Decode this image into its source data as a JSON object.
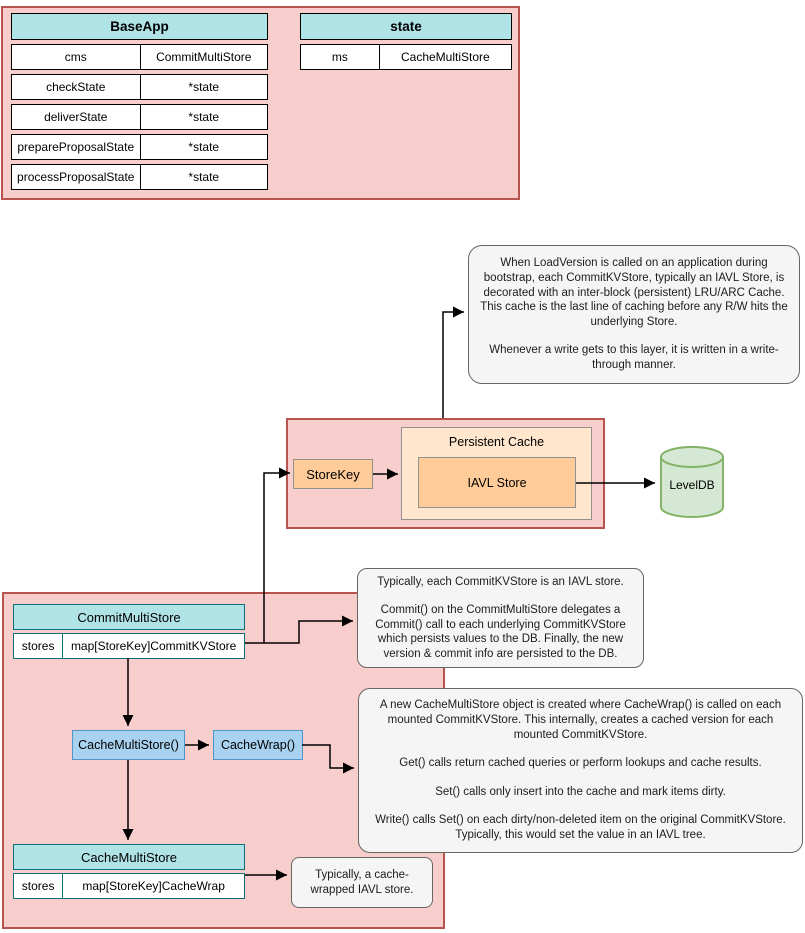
{
  "colors": {
    "container_fill": "#f8cecc",
    "container_stroke": "#b85450",
    "table_header_fill": "#b0e3e6",
    "top_table_stroke": "#000000",
    "bottom_table_stroke": "#0e6e7a",
    "fn_box_fill": "#a8d2f0",
    "fn_box_stroke": "#4e96c9",
    "orange_fill": "#ffcc99",
    "orange_light_fill": "#ffe6cc",
    "orange_stroke": "#919191",
    "cylinder_fill": "#d5e8d4",
    "cylinder_stroke": "#82b366",
    "note_fill": "#f5f5f5",
    "note_stroke": "#666666"
  },
  "baseapp_table": {
    "title": "BaseApp",
    "rows": [
      [
        "cms",
        "CommitMultiStore"
      ],
      [
        "checkState",
        "*state"
      ],
      [
        "deliverState",
        "*state"
      ],
      [
        "prepareProposalState",
        "*state"
      ],
      [
        "processProposalState",
        "*state"
      ]
    ]
  },
  "state_table": {
    "title": "state",
    "rows": [
      [
        "ms",
        "CacheMultiStore"
      ]
    ]
  },
  "persistent_cache": {
    "store_key": "StoreKey",
    "title": "Persistent Cache",
    "iavl_store": "IAVL Store",
    "leveldb": "LevelDB"
  },
  "commit_multistore_table": {
    "title": "CommitMultiStore",
    "rows": [
      [
        "stores",
        "map[StoreKey]CommitKVStore"
      ]
    ]
  },
  "cache_multistore_table": {
    "title": "CacheMultiStore",
    "rows": [
      [
        "stores",
        "map[StoreKey]CacheWrap"
      ]
    ]
  },
  "fn_boxes": {
    "cache_multistore": "CacheMultiStore()",
    "cache_wrap": "CacheWrap()"
  },
  "notes": {
    "load_version": {
      "p1": "When LoadVersion is called on an application during bootstrap, each CommitKVStore, typically an IAVL Store, is decorated with an inter-block (persistent) LRU/ARC Cache. This cache is the last line of caching before any R/W hits the underlying Store.",
      "p2": "Whenever a write gets to this layer, it is written in a write-through manner."
    },
    "commit_delegation": {
      "p1": "Typically, each CommitKVStore is an IAVL store.",
      "p2": "Commit() on the CommitMultiStore delegates a Commit() call to each underlying CommitKVStore which persists values to the DB. Finally, the new version & commit info are persisted to the DB."
    },
    "cache_wrap_behavior": {
      "p1": "A new CacheMultiStore object is created where CacheWrap() is called on each mounted CommitKVStore. This internally, creates a cached version for each mounted CommitKVStore.",
      "p2": "Get() calls return cached queries or perform lookups and cache results.",
      "p3": "Set() calls only insert into the cache and mark items dirty.",
      "p4": "Write() calls Set() on each dirty/non-deleted item on the original CommitKVStore. Typically, this would set the value in an IAVL tree."
    },
    "cache_wrapped": {
      "p1": "Typically, a cache-wrapped IAVL store."
    }
  }
}
